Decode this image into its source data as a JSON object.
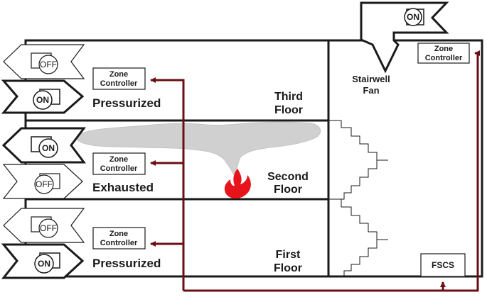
{
  "fans": {
    "third_supply_state": "OFF",
    "third_exhaust_state": "ON",
    "second_supply_state": "ON",
    "second_exhaust_state": "OFF",
    "first_supply_state": "OFF",
    "first_exhaust_state": "ON",
    "stairwell_state": "ON"
  },
  "floors": {
    "third": {
      "line1": "Third",
      "line2": "Floor",
      "mode": "Pressurized"
    },
    "second": {
      "line1": "Second",
      "line2": "Floor",
      "mode": "Exhausted"
    },
    "first": {
      "line1": "First",
      "line2": "Floor",
      "mode": "Pressurized"
    }
  },
  "zone_controller": {
    "line1": "Zone",
    "line2": "Controller"
  },
  "stairwell": {
    "line1": "Stairwell",
    "line2": "Fan"
  },
  "fscs": {
    "label": "FSCS"
  },
  "colors": {
    "control_wire": "#6b0f14",
    "fire": "#e8141b",
    "smoke": "#d0d0d0",
    "outline": "#1a1a1a"
  }
}
